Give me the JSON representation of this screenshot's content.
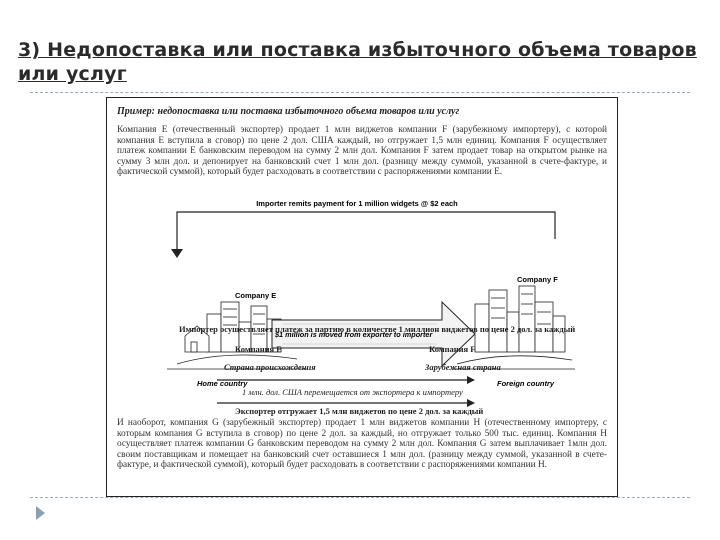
{
  "slide": {
    "title": "3) Недопоставка или поставка избыточного объема товаров или услуг"
  },
  "document": {
    "title": "Пример: недопоставка или поставка избыточного объема товаров или услуг",
    "para1": "Компания E (отечественный экспортер) продает 1 млн виджетов компании F (зарубежному импортеру), с которой компания E вступила в сговор) по цене 2 дол. США каждый, но отгружает 1,5 млн единиц. Компания F осуществляет платеж компании E банковским переводом на сумму 2 млн дол. Компания F затем продает товар на открытом рынке на сумму 3 млн дол. и депонирует на банковский счет 1 млн дол. (разницу между суммой, указанной в счете-фактуре, и фактической суммой), который будет расходовать в соответствии с распоряжениями компании E.",
    "diagram": {
      "top_label": "Importer remits payment for 1 million widgets @ $2 each",
      "company_e": "Company E",
      "company_f": "Company F",
      "arrow_text": "$1 million is moved from exporter to importer",
      "home": "Home country",
      "foreign": "Foreign country"
    },
    "caption1": "Импортер осуществляет платеж за партию в количестве 1 миллион виджетов по цене 2 дол. за каждый",
    "left_company": "Компания E",
    "right_company": "Компания F",
    "left_country": "Страна происхождения",
    "right_country": "Зарубежная страна",
    "caption2": "1 млн. дол. США перемещается от экспортера к импортеру",
    "caption3": "Экспортер отгружает 1,5 млн виджетов по цене 2 дол. за каждый",
    "para2": "И наоборот, компания G (зарубежный экспортер) продает 1 млн виджетов компании H (отечественному импортеру, с которым компания G вступила в сговор) по цене 2 дол. за каждый, но отгружает только 500 тыс. единиц. Компания H осуществляет платеж компании G банковским переводом на сумму 2 млн дол. Компания G затем выплачивает 1млн дол. своим поставщикам и помещает на банковский счет оставшиеся 1 млн дол. (разницу между суммой, указанной в счете-фактуре, и фактической суммой), который будет расходовать в соответствии с распоряжениями компании H."
  },
  "colors": {
    "bullet": "#8aa1b5",
    "rule": "#9aa9b8"
  }
}
